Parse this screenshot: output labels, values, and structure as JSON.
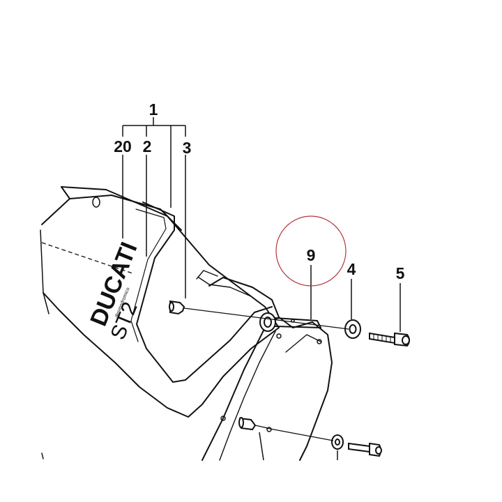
{
  "diagram": {
    "callouts": {
      "group": "1",
      "part_20": "20",
      "part_2": "2",
      "part_3": "3",
      "part_9": "9",
      "part_4": "4",
      "part_5": "5"
    },
    "decal": {
      "brand": "DUCATI",
      "model": "ST2",
      "tagline": "desmodromico"
    },
    "colors": {
      "line": "#111111",
      "highlight_circle": "#b2343c",
      "background": "#ffffff"
    }
  }
}
